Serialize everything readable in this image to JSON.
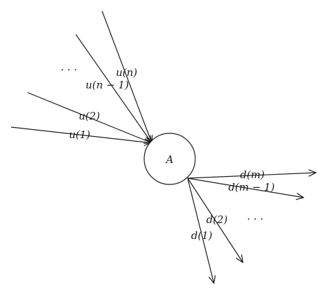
{
  "diagram": {
    "node": {
      "label": "A"
    },
    "inputs": [
      {
        "label": "u(n)"
      },
      {
        "label": "u(n − 1)"
      },
      {
        "label": "u(2)"
      },
      {
        "label": "u(1)"
      }
    ],
    "inputs_ellipsis": "· · ·",
    "outputs": [
      {
        "label": "d(m)"
      },
      {
        "label": "d(m − 1)"
      },
      {
        "label": "d(2)"
      },
      {
        "label": "d(1)"
      }
    ],
    "outputs_ellipsis": "· · ·"
  }
}
